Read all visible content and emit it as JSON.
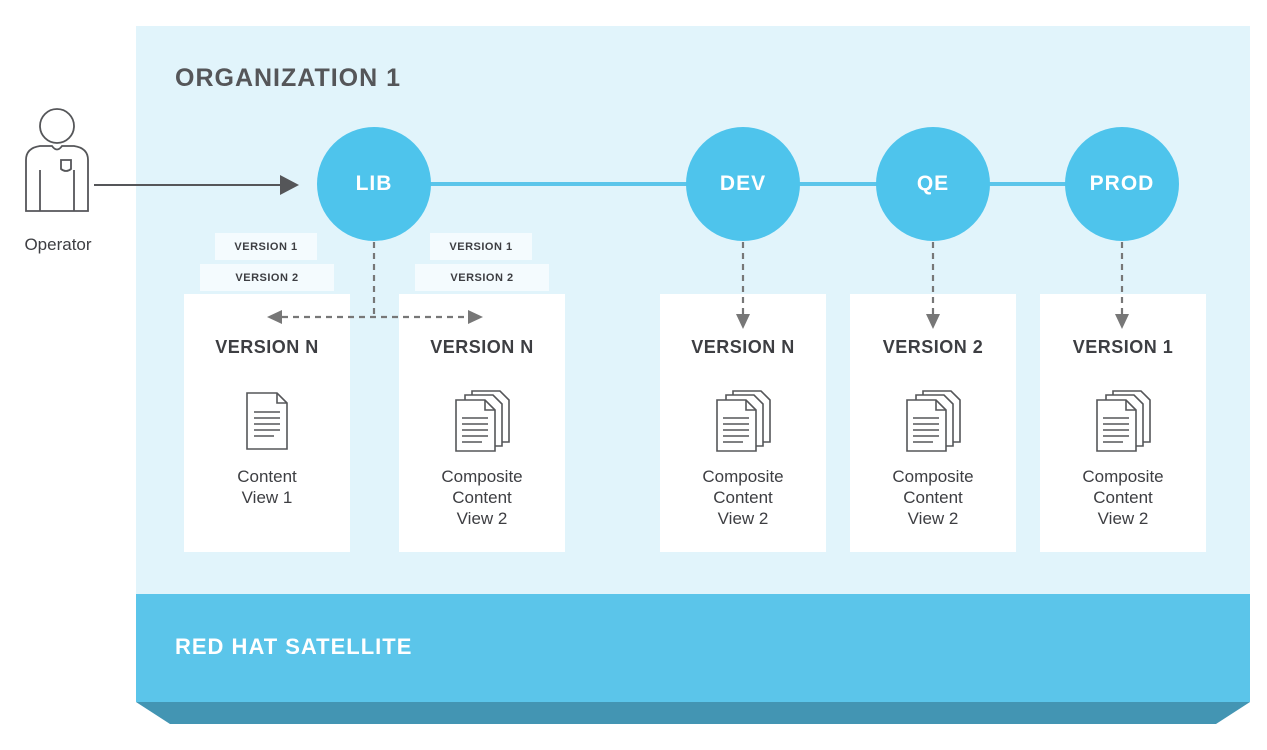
{
  "organization": {
    "title": "ORGANIZATION 1"
  },
  "base": {
    "title": "RED HAT SATELLITE"
  },
  "operator": {
    "label": "Operator"
  },
  "environments": [
    {
      "name": "LIB"
    },
    {
      "name": "DEV"
    },
    {
      "name": "QE"
    },
    {
      "name": "PROD"
    }
  ],
  "version_tags": {
    "left": [
      "VERSION 1",
      "VERSION 2"
    ],
    "right": [
      "VERSION 1",
      "VERSION 2"
    ]
  },
  "cards": [
    {
      "version": "VERSION N",
      "label": [
        "Content",
        "View 1"
      ],
      "icon": "single-document-icon"
    },
    {
      "version": "VERSION N",
      "label": [
        "Composite",
        "Content",
        "View 2"
      ],
      "icon": "stacked-documents-icon"
    },
    {
      "version": "VERSION N",
      "label": [
        "Composite",
        "Content",
        "View 2"
      ],
      "icon": "stacked-documents-icon"
    },
    {
      "version": "VERSION 2",
      "label": [
        "Composite",
        "Content",
        "View 2"
      ],
      "icon": "stacked-documents-icon"
    },
    {
      "version": "VERSION 1",
      "label": [
        "Composite",
        "Content",
        "View 2"
      ],
      "icon": "stacked-documents-icon"
    }
  ],
  "colors": {
    "panel": "#e1f4fb",
    "accent": "#4ec4ec",
    "base_top": "#5bc5ea",
    "base_edge": "#4395b3",
    "text_dark": "#3d3e42",
    "arrow": "#555659"
  }
}
